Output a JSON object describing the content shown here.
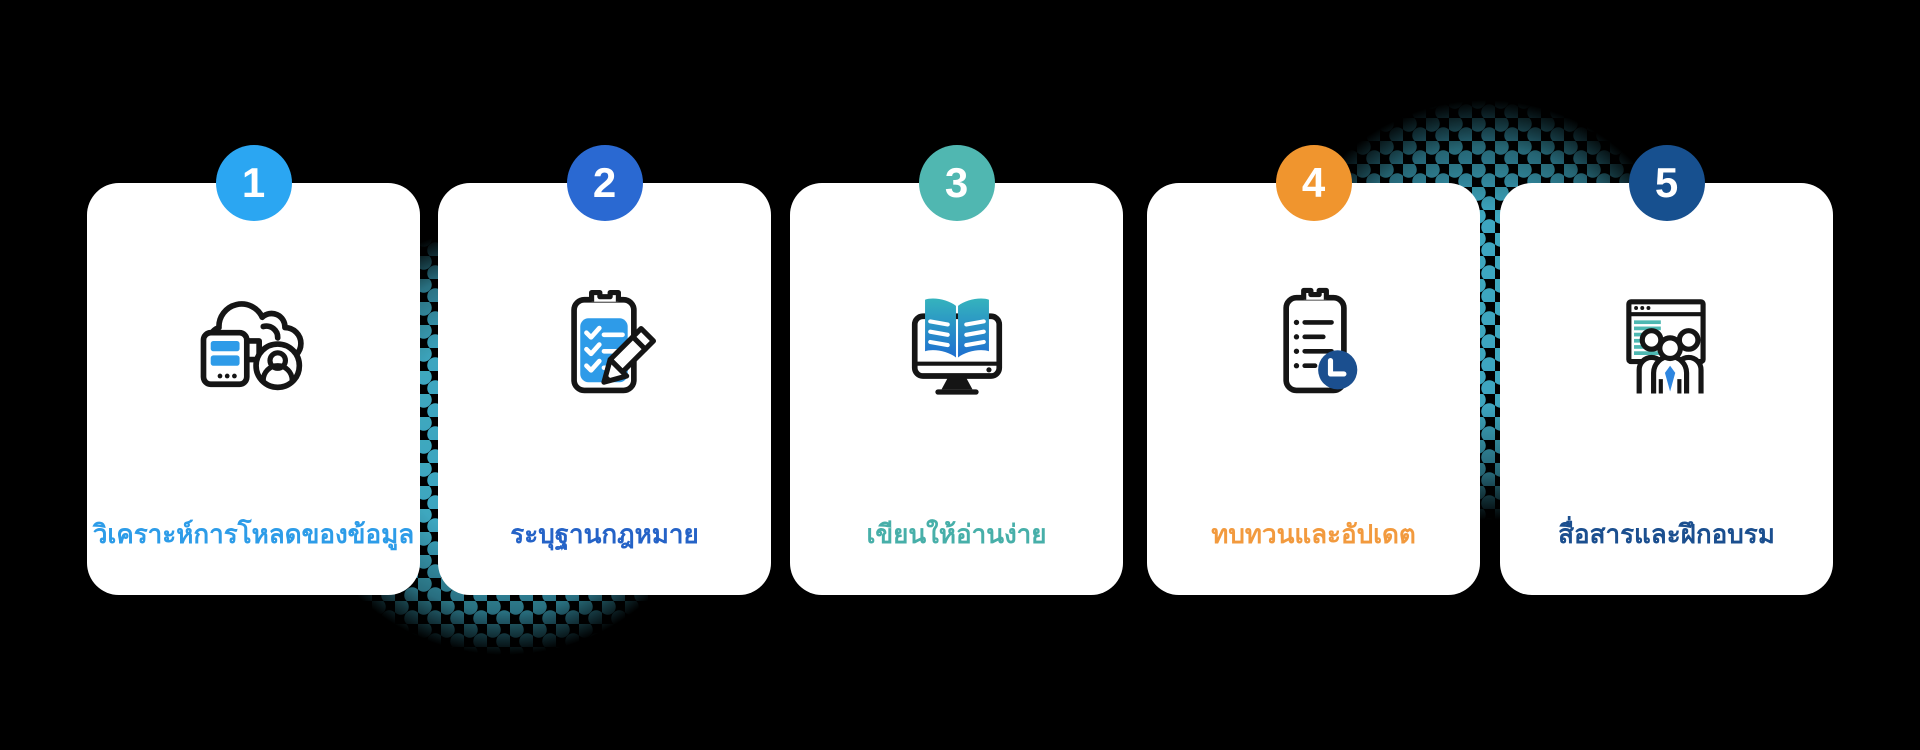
{
  "background_color": "#000000",
  "steps": [
    {
      "number": "1",
      "label": "วิเคราะห์การโหลดของข้อมูล",
      "badge_color": "#2BA6F2",
      "label_color": "#2D9CE8",
      "icon": "cloud-data-user-icon"
    },
    {
      "number": "2",
      "label": "ระบุฐานกฎหมาย",
      "badge_color": "#2A69D2",
      "label_color": "#2563C7",
      "icon": "clipboard-checklist-pencil-icon"
    },
    {
      "number": "3",
      "label": "เขียนให้อ่านง่าย",
      "badge_color": "#50B7B1",
      "label_color": "#47AFA9",
      "icon": "monitor-open-book-icon"
    },
    {
      "number": "4",
      "label": "ทบทวนและอัปเดต",
      "badge_color": "#F0952E",
      "label_color": "#F29A3E",
      "icon": "clipboard-clock-icon"
    },
    {
      "number": "5",
      "label": "สื่อสารและฝึกอบรม",
      "badge_color": "#17508F",
      "label_color": "#1B4F8F",
      "icon": "team-presentation-icon"
    }
  ],
  "decor": {
    "halftone_teal": "#3EA8BE",
    "halftone_blue": "#2B7ED8",
    "icon_blue_fill": "#2E9BE8",
    "icon_navy": "#1B4F8F",
    "icon_teal": "#4DB8B2",
    "icon_tie_blue": "#2E86E0"
  }
}
